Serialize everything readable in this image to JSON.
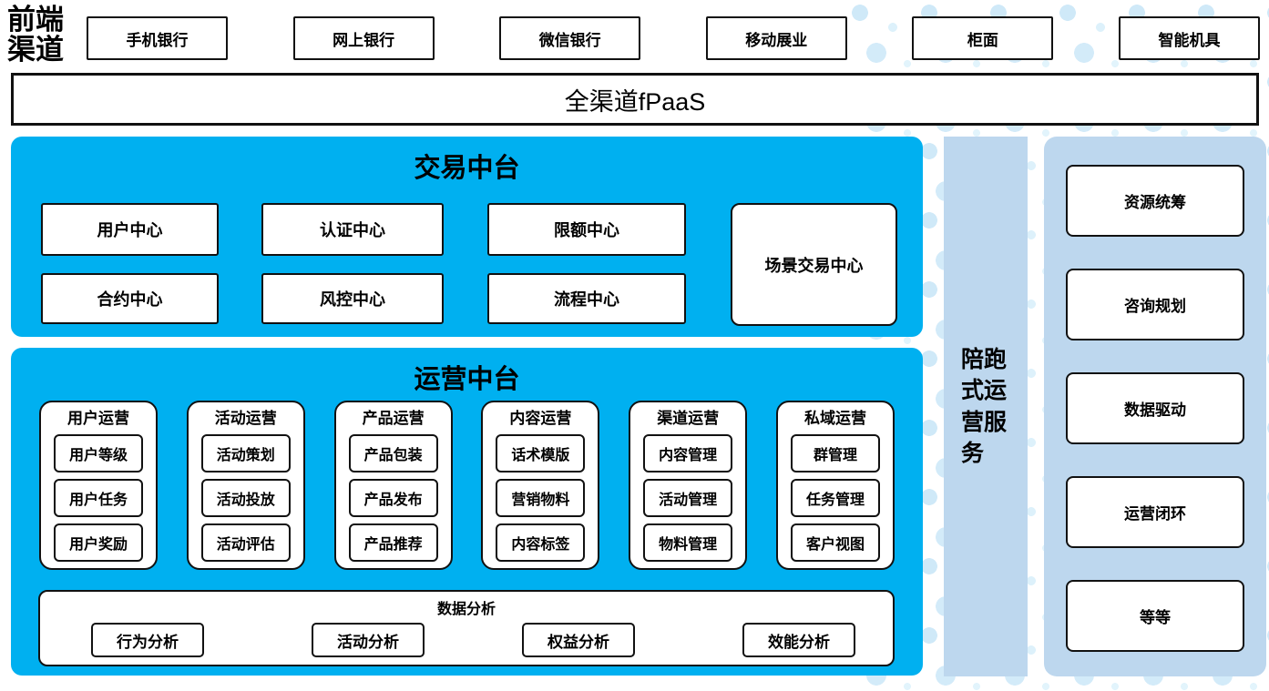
{
  "front_label": "前端渠道",
  "channels": [
    "手机银行",
    "网上银行",
    "微信银行",
    "移动展业",
    "柜面",
    "智能机具"
  ],
  "fpaas_label": "全渠道fPaaS",
  "trade": {
    "title": "交易中台",
    "row1": [
      "用户中心",
      "认证中心",
      "限额中心"
    ],
    "row2": [
      "合约中心",
      "风控中心",
      "流程中心"
    ],
    "scene": "场景交易中心"
  },
  "ops": {
    "title": "运营中台",
    "columns": [
      {
        "title": "用户运营",
        "items": [
          "用户等级",
          "用户任务",
          "用户奖励"
        ]
      },
      {
        "title": "活动运营",
        "items": [
          "活动策划",
          "活动投放",
          "活动评估"
        ]
      },
      {
        "title": "产品运营",
        "items": [
          "产品包装",
          "产品发布",
          "产品推荐"
        ]
      },
      {
        "title": "内容运营",
        "items": [
          "话术模版",
          "营销物料",
          "内容标签"
        ]
      },
      {
        "title": "渠道运营",
        "items": [
          "内容管理",
          "活动管理",
          "物料管理"
        ]
      },
      {
        "title": "私域运营",
        "items": [
          "群管理",
          "任务管理",
          "客户视图"
        ]
      }
    ],
    "analysis": {
      "title": "数据分析",
      "items": [
        "行为分析",
        "活动分析",
        "权益分析",
        "效能分析"
      ]
    }
  },
  "strip_label": "陪跑式运营服务",
  "right_panel": {
    "items": [
      "资源统筹",
      "咨询规划",
      "数据驱动",
      "运营闭环",
      "等等"
    ]
  },
  "colors": {
    "accent_blue": "#00B0F0",
    "light_blue": "#BDD7EE",
    "dot_blue": "#CFE9F8",
    "border": "#111111"
  }
}
